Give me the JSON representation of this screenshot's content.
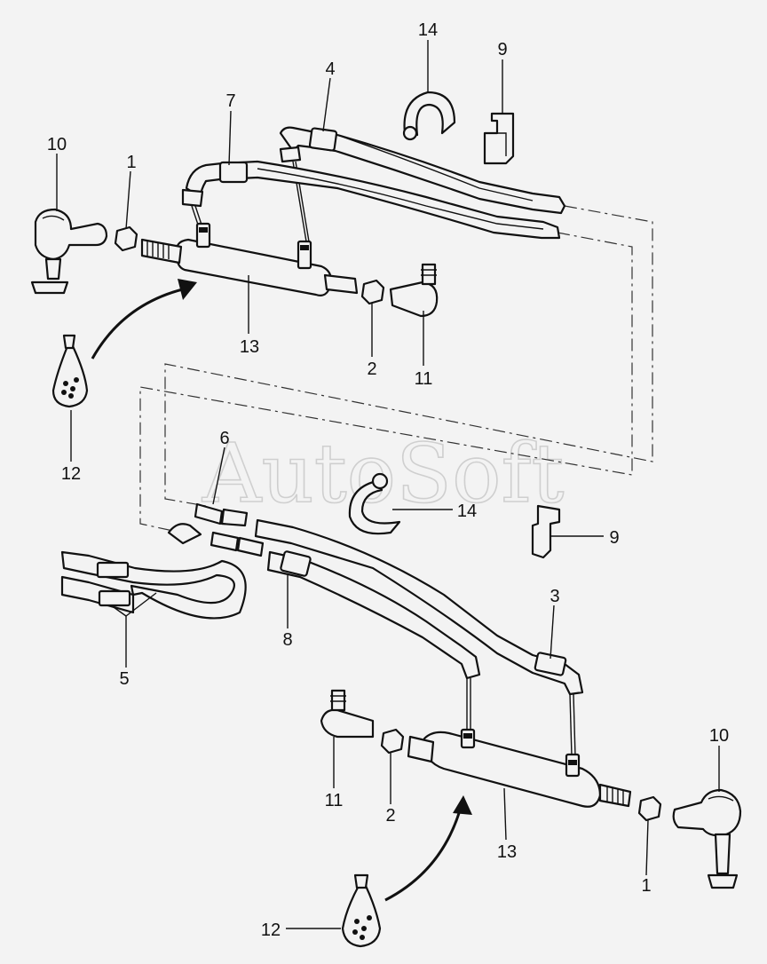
{
  "watermark": "AutoSoft",
  "callouts": {
    "top": {
      "c1": "1",
      "c2": "2",
      "c4": "4",
      "c7": "7",
      "c9": "9",
      "c10": "10",
      "c11": "11",
      "c12": "12",
      "c13": "13",
      "c14": "14"
    },
    "bottom": {
      "c1": "1",
      "c2": "2",
      "c3": "3",
      "c5": "5",
      "c6": "6",
      "c8": "8",
      "c9": "9",
      "c10": "10",
      "c11": "11",
      "c12": "12",
      "c13": "13",
      "c14": "14"
    }
  }
}
